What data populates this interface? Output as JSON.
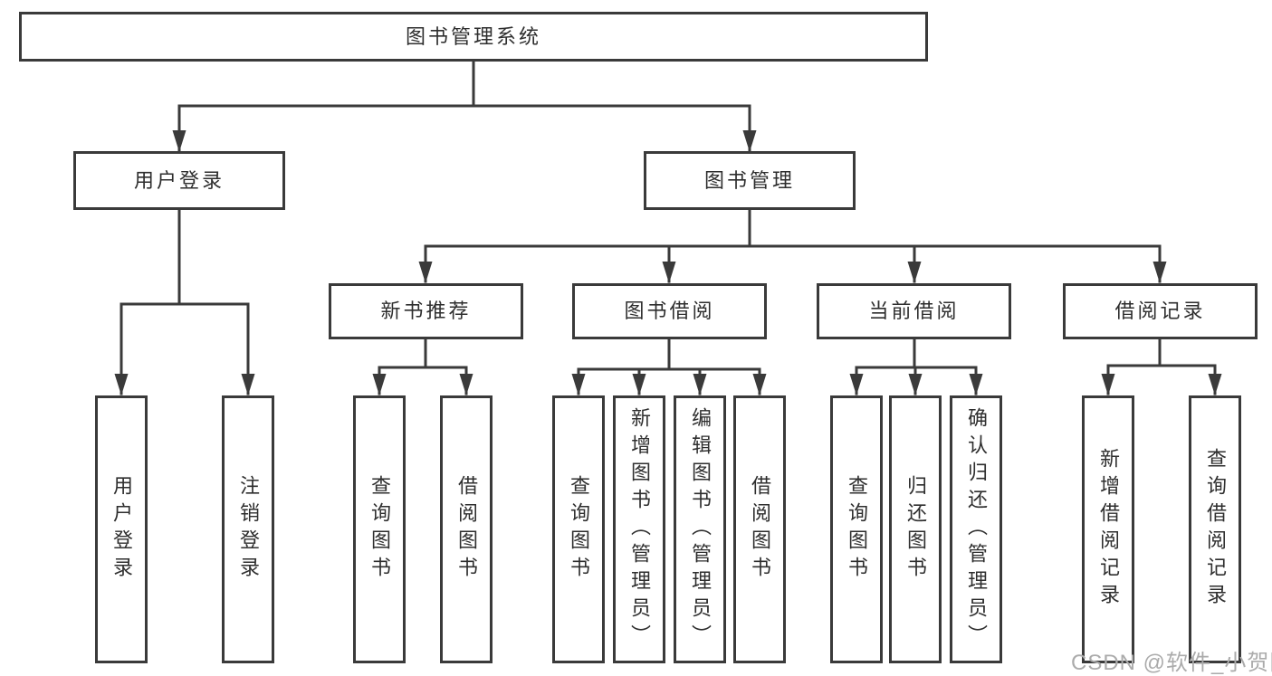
{
  "diagram_title": "图书管理系统",
  "watermark": "CSDN @软件_小贺同学",
  "colors": {
    "background": "#ffffff",
    "box_border": "#3a3a3a",
    "connector_line": "#3a3a3a",
    "text": "#2e2e2e",
    "watermark": "#ababab"
  },
  "nodes": {
    "root": "图书管理系统",
    "l2": [
      "用户登录",
      "图书管理"
    ],
    "l3": [
      "新书推荐",
      "图书借阅",
      "当前借阅",
      "借阅记录"
    ],
    "leaves_user": [
      "用户登录",
      "注销登录"
    ],
    "leaves_recommend": [
      "查询图书",
      "借阅图书"
    ],
    "leaves_borrow": [
      "查询图书",
      "新增图书（管理员）",
      "编辑图书（管理员）",
      "借阅图书"
    ],
    "leaves_current": [
      "查询图书",
      "归还图书",
      "确认归还（管理员）"
    ],
    "leaves_records": [
      "新增借阅记录",
      "查询借阅记录"
    ]
  },
  "tree": {
    "root": "图书管理系统",
    "branches": [
      {
        "label": "用户登录",
        "children": [
          "用户登录",
          "注销登录"
        ]
      },
      {
        "label": "图书管理",
        "children": [
          {
            "label": "新书推荐",
            "children": [
              "查询图书",
              "借阅图书"
            ]
          },
          {
            "label": "图书借阅",
            "children": [
              "查询图书",
              "新增图书（管理员）",
              "编辑图书（管理员）",
              "借阅图书"
            ]
          },
          {
            "label": "当前借阅",
            "children": [
              "查询图书",
              "归还图书",
              "确认归还（管理员）"
            ]
          },
          {
            "label": "借阅记录",
            "children": [
              "新增借阅记录",
              "查询借阅记录"
            ]
          }
        ]
      }
    ]
  }
}
